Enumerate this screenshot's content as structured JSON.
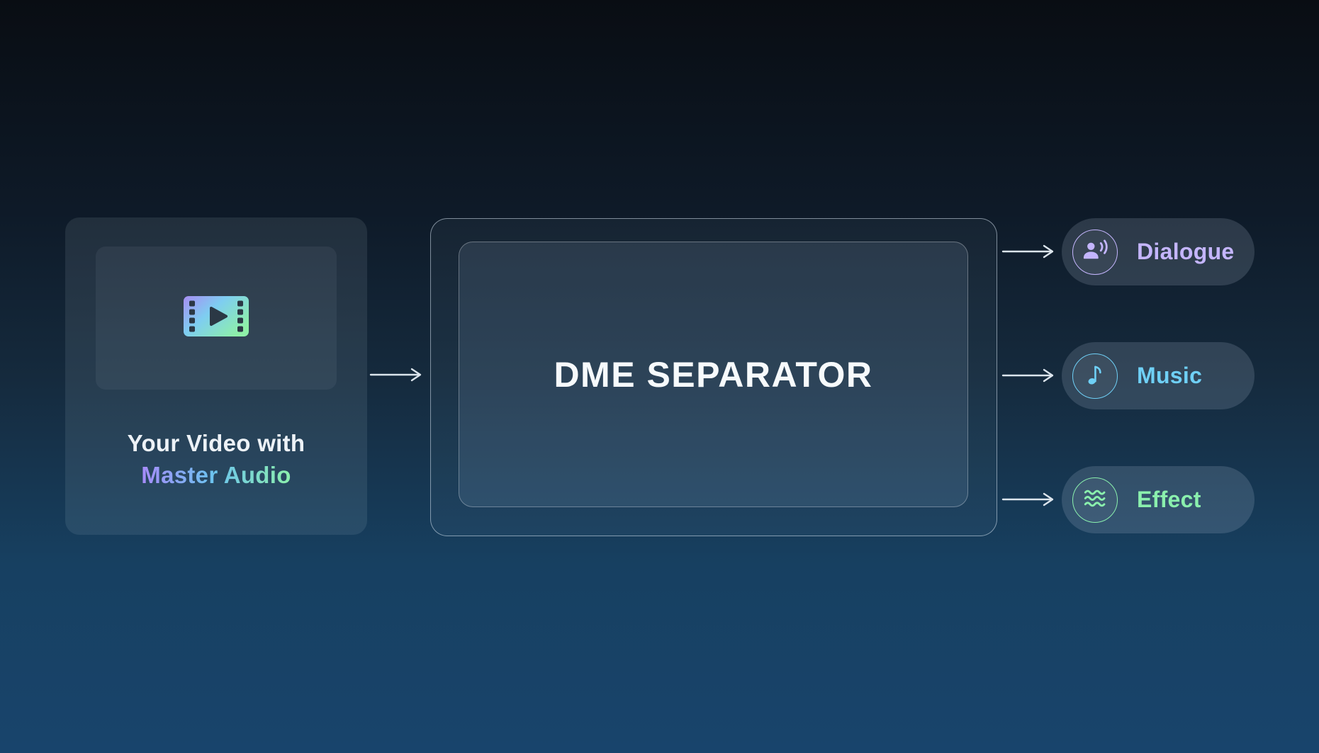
{
  "diagram": {
    "background": {
      "top_color": "#090d13",
      "bottom_color": "#18446c"
    },
    "arrow_color": "#dce5ed",
    "input_card": {
      "caption_line1": "Your Video with",
      "caption_line2": "Master Audio",
      "caption_line2_gradient": [
        "#a78bfa",
        "#6cc3ef",
        "#8cf0ac"
      ],
      "thumbnail_icon": "film-play-icon",
      "film_icon_gradient": [
        "#a78df2",
        "#7ecdf1",
        "#8ef0a8"
      ]
    },
    "separator": {
      "label": "DME SEPARATOR"
    },
    "outputs": [
      {
        "label": "Dialogue",
        "accent": "#c4b5fd",
        "icon": "voice-over-icon"
      },
      {
        "label": "Music",
        "accent": "#6fd0f6",
        "icon": "music-note-icon"
      },
      {
        "label": "Effect",
        "accent": "#8af0ad",
        "icon": "sound-waves-icon"
      }
    ]
  }
}
